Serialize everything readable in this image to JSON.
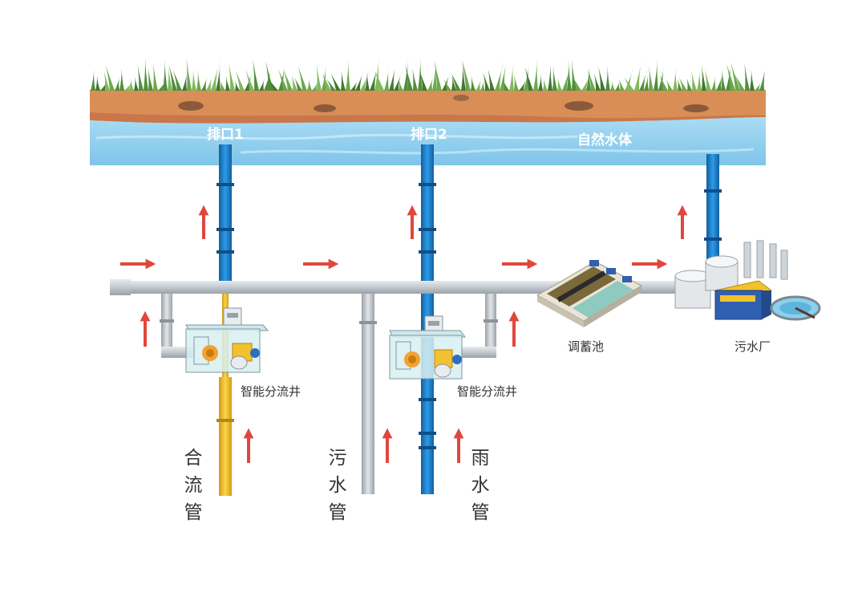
{
  "labels": {
    "outlet1": "排口1",
    "outlet2": "排口2",
    "water_body": "自然水体",
    "storage_tank": "调蓄池",
    "treatment_plant": "污水厂",
    "diversion_well_1": "智能分流井",
    "diversion_well_2": "智能分流井",
    "combined_pipe": [
      "合",
      "流",
      "管"
    ],
    "sewage_pipe": [
      "污",
      "水",
      "管"
    ],
    "rain_pipe": [
      "雨",
      "水",
      "管"
    ]
  },
  "colors": {
    "river": "#8ccfee",
    "soil": "#d98e57",
    "grass": "#4f8f3a",
    "main_pipe": "#c7cdd2",
    "rain_pipe": "#1f8ad6",
    "combined_pipe": "#f2c12e",
    "arrow": "#e0473c",
    "tank_water": "#7a6a3a",
    "plant_blue": "#2f5fb0"
  }
}
